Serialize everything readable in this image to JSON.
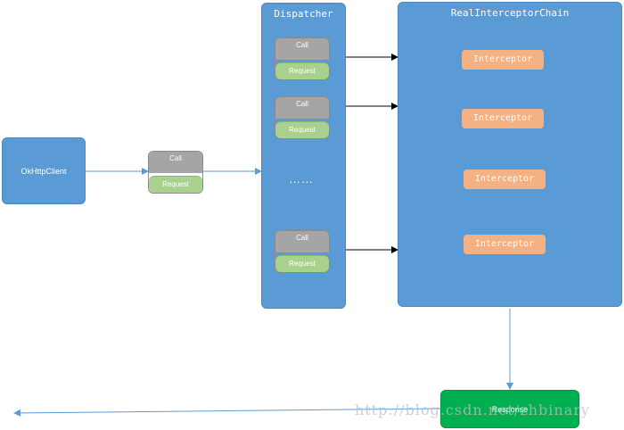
{
  "nodes": {
    "client": "OkHttpClient",
    "dispatcher": "Dispatcher",
    "dispatcher_ellipsis": "……",
    "chain": "RealInterceptorChain",
    "response": "Response"
  },
  "call": {
    "call_label": "Call",
    "request_label": "Request"
  },
  "interceptors": [
    "Interceptor",
    "Interceptor",
    "Interceptor",
    "Interceptor"
  ],
  "watermark": "http://blog.csdn.net/zhbinary",
  "colors": {
    "blue": "#5b9bd5",
    "orange": "#f4b183",
    "gray": "#a5a5a5",
    "green_light": "#a9d18e",
    "green": "#00b050"
  }
}
